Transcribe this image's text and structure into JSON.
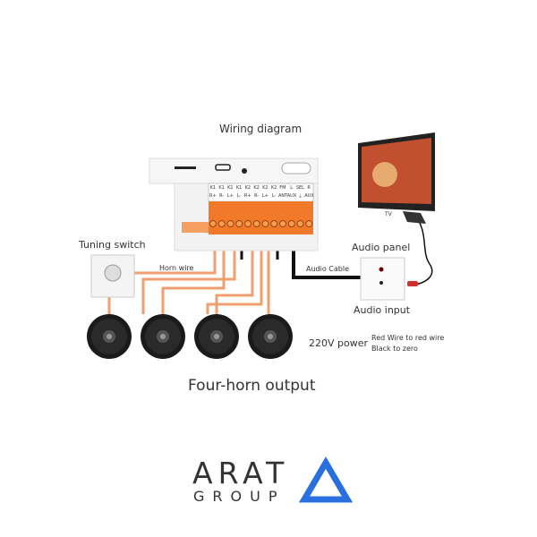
{
  "title": "Wiring diagram",
  "labels": {
    "tuning_switch": "Tuning switch",
    "horn_wire": "Horn wire",
    "audio_panel": "Audio panel",
    "audio_cable": "Audio Cable",
    "audio_input": "Audio input",
    "tv": "TV",
    "power": "220V power",
    "power_note_1": "Red Wire to red wire",
    "power_note_2": "Black to zero",
    "output": "Four-horn output"
  },
  "terminals": {
    "top": [
      "K1",
      "K1",
      "K1",
      "K1",
      "K2",
      "K2",
      "K2",
      "K2",
      "FM",
      "L",
      "SEL",
      "R"
    ],
    "bottom": [
      "R+",
      "R-",
      "L+",
      "L-",
      "R+",
      "R-",
      "L+",
      "L-",
      "ANT",
      "AUX",
      "⏚",
      "AUX"
    ]
  },
  "logo": {
    "line1": "ARAT",
    "line2": "GROUP"
  },
  "colors": {
    "wire": "#f0a070",
    "terminal": "#f07a2a",
    "cable": "#111111",
    "logo_blue": "#2a6fe0",
    "logo_text": "#333333"
  }
}
